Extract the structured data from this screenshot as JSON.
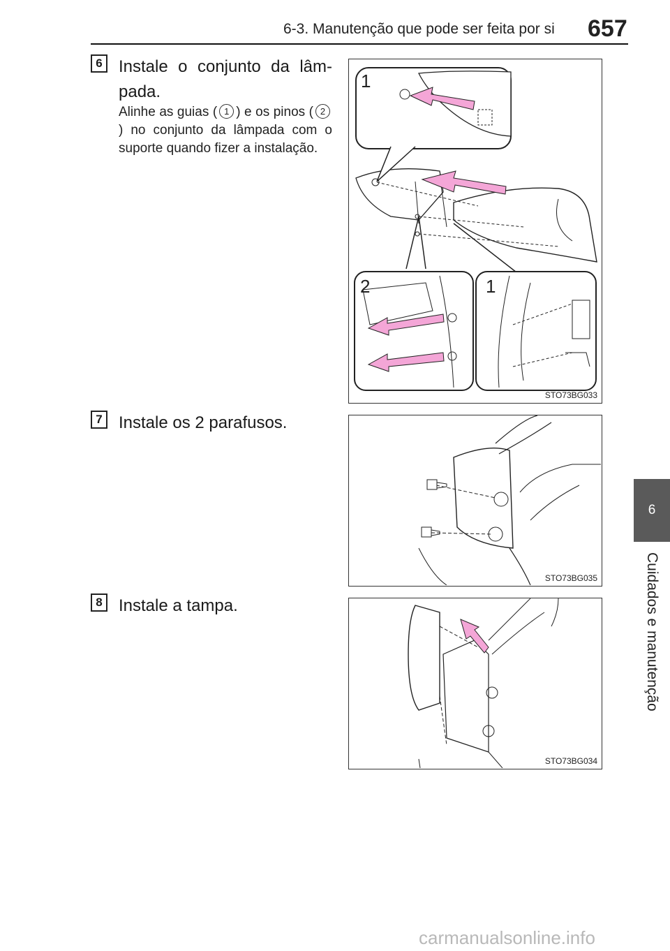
{
  "header": {
    "section_title": "6-3. Manutenção que pode ser feita por si",
    "page_number": "657"
  },
  "side_tab": {
    "chapter_number": "6",
    "chapter_title": "Cuidados e manutenção"
  },
  "steps": [
    {
      "number": "6",
      "title_line1": "Instale o conjunto da lâm-",
      "title_line2": "pada.",
      "detail_part1": "Alinhe as guias (",
      "callout1": "1",
      "detail_part2": ") e os pinos (",
      "callout2": "2",
      "detail_part3": ") no conjunto da lâmpada com o suporte quando fizer a instalação.",
      "figure": {
        "code": "STO73BG033",
        "labels": [
          "1",
          "2",
          "1"
        ]
      }
    },
    {
      "number": "7",
      "title": "Instale os 2 parafusos.",
      "figure": {
        "code": "STO73BG035"
      }
    },
    {
      "number": "8",
      "title": "Instale a tampa.",
      "figure": {
        "code": "STO73BG034"
      }
    }
  ],
  "watermark": "carmanualsonline.info",
  "colors": {
    "tab_background": "#5a5a5a",
    "arrow_pink": "#f4a6d7",
    "line": "#222222"
  }
}
